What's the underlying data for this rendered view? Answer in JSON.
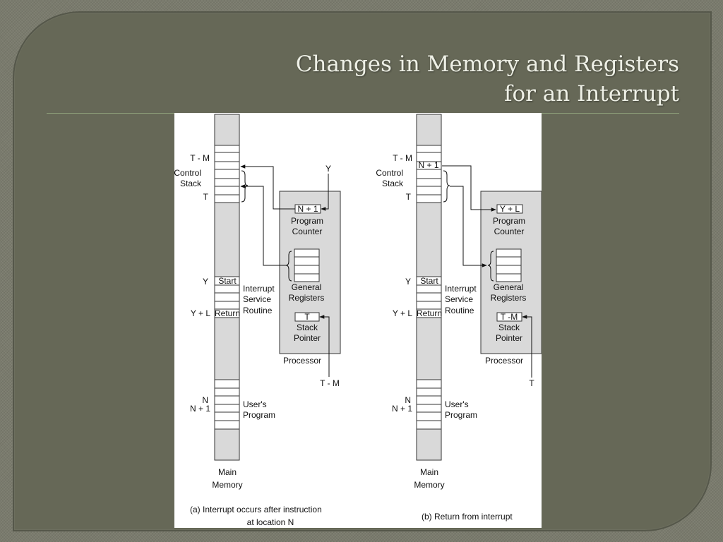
{
  "slide": {
    "title_line1": "Changes in Memory and Registers",
    "title_line2": "for an Interrupt"
  },
  "figure": {
    "panel_a": {
      "label_tm": "T - M",
      "label_control": "Control",
      "label_stack": "Stack",
      "label_t": "T",
      "label_y": "Y",
      "label_yl": "Y + L",
      "label_n": "N",
      "label_n1": "N + 1",
      "cell_start": "Start",
      "cell_return": "Return",
      "isr_1": "Interrupt",
      "isr_2": "Service",
      "isr_3": "Routine",
      "user_1": "User's",
      "user_2": "Program",
      "main_1": "Main",
      "main_2": "Memory",
      "pc_value": "N + 1",
      "pc_1": "Program",
      "pc_2": "Counter",
      "gr_1": "General",
      "gr_2": "Registers",
      "sp_value": "T",
      "sp_1": "Stack",
      "sp_2": "Pointer",
      "processor": "Processor",
      "input_y": "Y",
      "input_tm": "T - M",
      "caption_1": "(a)  Interrupt occurs after instruction",
      "caption_2": "at location N"
    },
    "panel_b": {
      "label_tm": "T - M",
      "label_control": "Control",
      "label_stack": "Stack",
      "label_t": "T",
      "label_y": "Y",
      "label_yl": "Y + L",
      "label_n": "N",
      "label_n1": "N + 1",
      "cell_n1": "N + 1",
      "cell_start": "Start",
      "cell_return": "Return",
      "isr_1": "Interrupt",
      "isr_2": "Service",
      "isr_3": "Routine",
      "user_1": "User's",
      "user_2": "Program",
      "main_1": "Main",
      "main_2": "Memory",
      "pc_value": "Y + L",
      "pc_1": "Program",
      "pc_2": "Counter",
      "gr_1": "General",
      "gr_2": "Registers",
      "sp_value": "T -M",
      "sp_1": "Stack",
      "sp_2": "Pointer",
      "processor": "Processor",
      "input_t": "T",
      "caption": "(b)  Return from interrupt"
    }
  }
}
